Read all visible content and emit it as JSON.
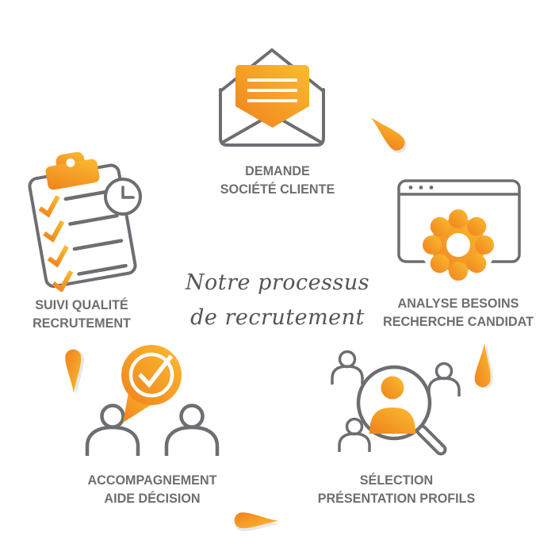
{
  "infographic": {
    "title_line1": "Notre processus",
    "title_line2": "de recrutement",
    "steps": {
      "demande": {
        "line1": "DEMANDE",
        "line2": "SOCIÉTÉ CLIENTE",
        "icon": "envelope-letter-icon"
      },
      "analyse": {
        "line1": "ANALYSE BESOINS",
        "line2": "RECHERCHE CANDIDAT",
        "icon": "browser-gear-icon"
      },
      "selection": {
        "line1": "SÉLECTION",
        "line2": "PRÉSENTATION PROFILS",
        "icon": "magnifier-candidate-icon"
      },
      "accompagnement": {
        "line1": "ACCOMPAGNEMENT",
        "line2": "AIDE DÉCISION",
        "icon": "people-check-bubble-icon"
      },
      "suivi": {
        "line1": "SUIVI QUALITÉ",
        "line2": "RECRUTEMENT",
        "icon": "clipboard-checklist-clock-icon"
      }
    },
    "icons": [
      "envelope-letter-icon",
      "browser-gear-icon",
      "magnifier-candidate-icon",
      "people-check-bubble-icon",
      "clipboard-checklist-clock-icon",
      "flow-swoosh-icon"
    ],
    "colors": {
      "orange_light": "#FBBB30",
      "orange_dark": "#F0821D",
      "outline_gray": "#6D6E71",
      "label_gray": "#6D6E71",
      "title_gray": "#54555A",
      "shadow_gray": "#E7E7E5",
      "background": "#FFFFFF"
    }
  }
}
